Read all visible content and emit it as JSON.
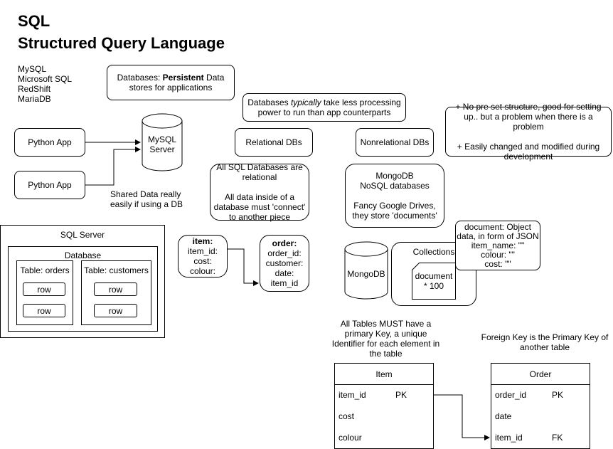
{
  "title": {
    "line1": "SQL",
    "line2": "Structured Query Language"
  },
  "db_list": [
    "MySQL",
    "Microsoft SQL",
    "RedShift",
    "MariaDB"
  ],
  "notes": {
    "persistent_prefix": "Databases: ",
    "persistent_bold": "Persistent",
    "persistent_suffix": " Data stores for applications",
    "processing_prefix": "Databases ",
    "processing_italic": "typically",
    "processing_suffix": " take less processing power to run than app counterparts",
    "nosql_pros": "+ No pre set structure, good for setting up.. but a problem when there is a problem\n\n+ Easily changed and modified during development",
    "shared_data": "Shared Data really easily if using a DB",
    "sql_relational": "All SQL Databases are relational\n\nAll data inside of a database must 'connect' to another piece",
    "mongo_desc": "MongoDB\nNoSQL databases\n\nFancy Google Drives, they store 'documents'",
    "document_json": "document: Object data, in form of JSON\nitem_name: \"\"\ncolour: \"\"\ncost: \"\"",
    "primary_key": "All Tables MUST have a primary Key, a unique Identifier for each element in the table",
    "foreign_key": "Foreign Key is the Primary Key of another table"
  },
  "nodes": {
    "python_app_1": "Python App",
    "python_app_2": "Python App",
    "mysql_server": "MySQL\nServer",
    "relational": "Relational DBs",
    "nonrelational": "Nonrelational DBs",
    "mongodb": "MongoDB",
    "collections": "Collections",
    "document": "document\n* 100"
  },
  "sql_server": {
    "title": "SQL Server",
    "database": "Database",
    "tables": [
      {
        "label": "Table: orders",
        "rows": [
          "row",
          "row"
        ]
      },
      {
        "label": "Table: customers",
        "rows": [
          "row",
          "row"
        ]
      }
    ]
  },
  "entities": {
    "item": {
      "title": "item:",
      "fields": "item_id:\ncost:\ncolour:"
    },
    "order": {
      "title": "order:",
      "fields": "order_id:\ncustomer:\ndate:\nitem_id"
    }
  },
  "tables": {
    "item": {
      "title": "Item",
      "rows": [
        {
          "name": "item_id",
          "key": "PK"
        },
        {
          "name": "cost",
          "key": ""
        },
        {
          "name": "colour",
          "key": ""
        }
      ]
    },
    "order": {
      "title": "Order",
      "rows": [
        {
          "name": "order_id",
          "key": "PK"
        },
        {
          "name": "date",
          "key": ""
        },
        {
          "name": "item_id",
          "key": "FK"
        }
      ]
    }
  }
}
